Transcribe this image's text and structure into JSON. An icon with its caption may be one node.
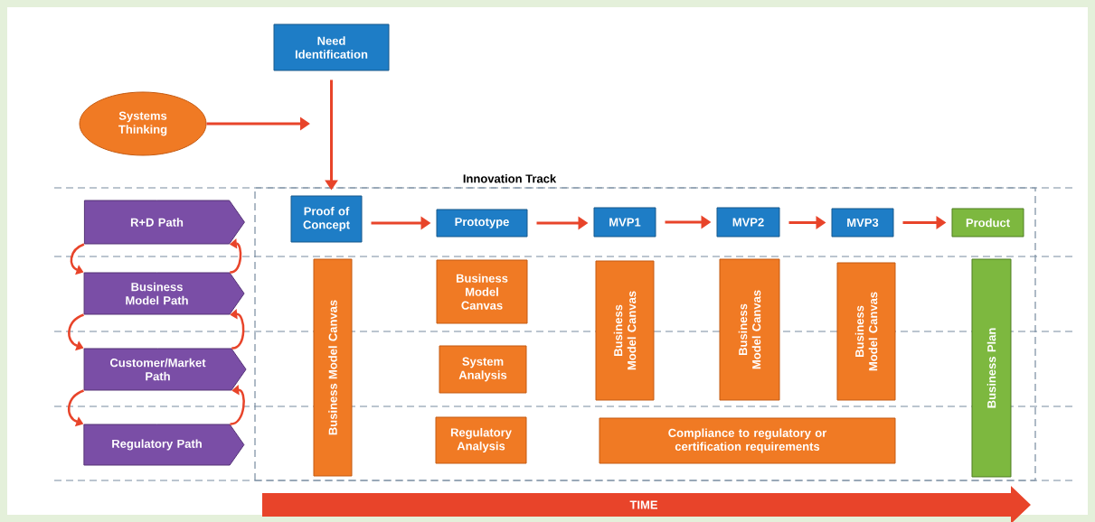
{
  "diagram": {
    "nodes": [
      {
        "text": [
          "Need Identification"
        ]
      },
      {
        "text": [
          "Systems Thinking"
        ]
      },
      {
        "text": [
          "Innovation Track"
        ]
      },
      {
        "text": [
          "R+D Path"
        ]
      },
      {
        "text": [
          "Business Model Path"
        ]
      },
      {
        "text": [
          "Customer/Market Path"
        ]
      },
      {
        "text": [
          "Regulatory Path"
        ]
      },
      {
        "text": [
          "Proof of Concept"
        ],
        "in": 2
      },
      {
        "text": [
          "Prototype"
        ],
        "in": 2
      },
      {
        "text": [
          "MVP1"
        ],
        "in": 2
      },
      {
        "text": [
          "MVP2"
        ],
        "in": 2
      },
      {
        "text": [
          "MVP3"
        ],
        "in": 2
      },
      {
        "text": [
          "Product"
        ],
        "in": 2
      },
      {
        "text": [
          "Business Model Canvas"
        ],
        "in": 2
      },
      {
        "text": [
          "Business Model Canvas"
        ],
        "in": 2
      },
      {
        "text": [
          "System Analysis"
        ],
        "in": 2
      },
      {
        "text": [
          "Regulatory Analysis"
        ],
        "in": 2
      },
      {
        "text": [
          "Business Model Canvas"
        ],
        "in": 2
      },
      {
        "text": [
          "Business Model Canvas"
        ],
        "in": 2
      },
      {
        "text": [
          "Business Model Canvas"
        ],
        "in": 2
      },
      {
        "text": [
          "Compliance to regulatory or certification requirements"
        ],
        "in": 2
      },
      {
        "text": [
          "Business Plan"
        ],
        "in": 2
      }
    ],
    "edges": [
      {
        "from": 1,
        "to": null,
        "arrow": "to"
      },
      {
        "from": 0,
        "to": 7,
        "arrow": "to"
      },
      {
        "from": 7,
        "to": 8,
        "arrow": "to"
      },
      {
        "from": 8,
        "to": 9,
        "arrow": "to"
      },
      {
        "from": 9,
        "to": 10,
        "arrow": "to"
      },
      {
        "from": 10,
        "to": 11,
        "arrow": "to"
      },
      {
        "from": 11,
        "to": 12,
        "arrow": "to"
      },
      {
        "from": 3,
        "to": 4,
        "arrow": "to"
      },
      {
        "from": 4,
        "to": 3,
        "arrow": "to"
      },
      {
        "from": 4,
        "to": 5,
        "arrow": "to"
      },
      {
        "from": 5,
        "to": 4,
        "arrow": "to"
      },
      {
        "from": 5,
        "to": 6,
        "arrow": "to"
      },
      {
        "from": 6,
        "to": 5,
        "arrow": "to"
      }
    ],
    "labels": [
      "TIME"
    ]
  }
}
